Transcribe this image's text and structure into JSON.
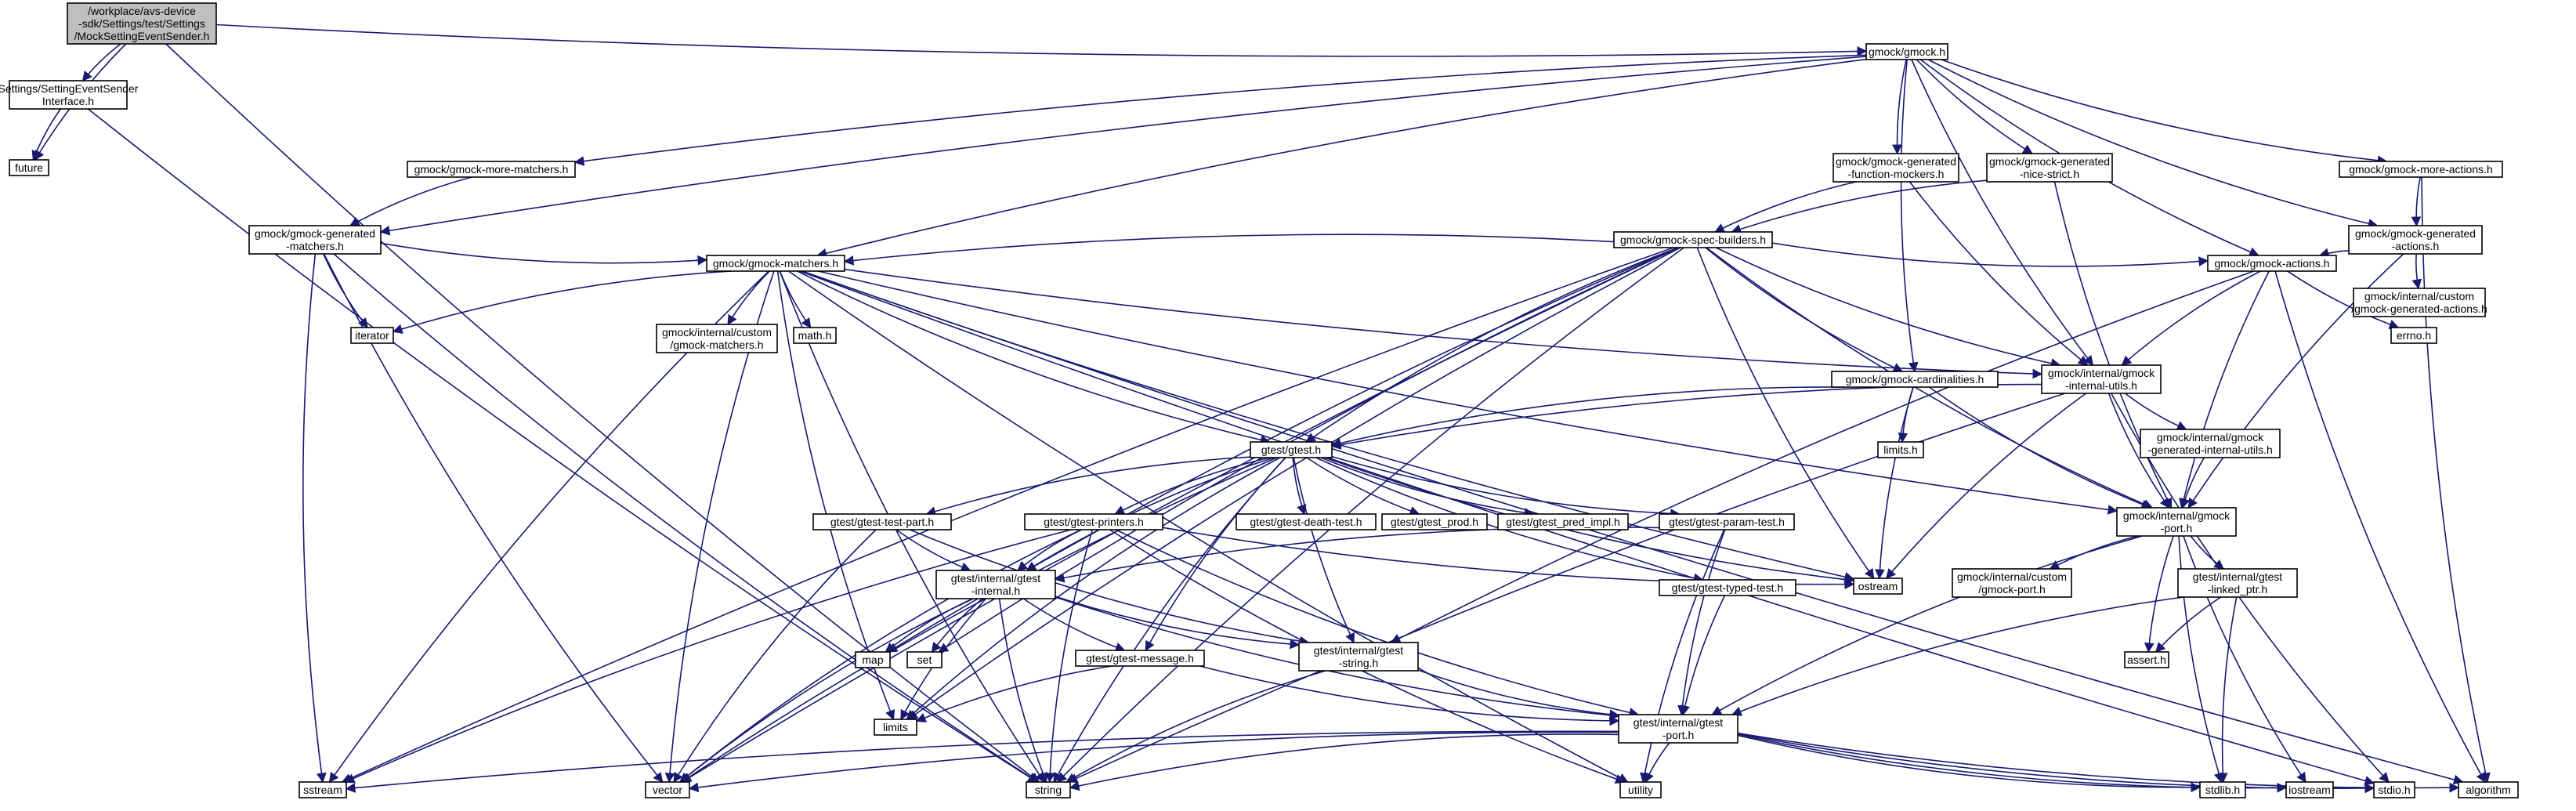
{
  "graph": {
    "style": {
      "edge_color": "#191970",
      "normal_border": "#000000",
      "truncated_border": "#ff0000",
      "system_border": "#bfbfbf",
      "root_fill": "#bfbfbf",
      "node_fill": "#ffffff"
    },
    "nodes": [
      {
        "id": "root",
        "kind": "root",
        "lines": [
          "/workplace/avs-device",
          "-sdk/Settings/test/Settings",
          "/MockSettingEventSender.h"
        ]
      },
      {
        "id": "iface",
        "kind": "normal",
        "lines": [
          "Settings/SettingEventSender",
          "Interface.h"
        ]
      },
      {
        "id": "future",
        "kind": "system",
        "lines": [
          "future"
        ]
      },
      {
        "id": "gmock",
        "kind": "normal",
        "lines": [
          "gmock/gmock.h"
        ]
      },
      {
        "id": "moreMatchers",
        "kind": "normal",
        "lines": [
          "gmock/gmock-more-matchers.h"
        ]
      },
      {
        "id": "genFuncMockers",
        "kind": "normal",
        "lines": [
          "gmock/gmock-generated",
          "-function-mockers.h"
        ]
      },
      {
        "id": "genNiceStrict",
        "kind": "normal",
        "lines": [
          "gmock/gmock-generated",
          "-nice-strict.h"
        ]
      },
      {
        "id": "moreActions",
        "kind": "normal",
        "lines": [
          "gmock/gmock-more-actions.h"
        ]
      },
      {
        "id": "genMatchers",
        "kind": "normal",
        "lines": [
          "gmock/gmock-generated",
          "-matchers.h"
        ]
      },
      {
        "id": "specBuilders",
        "kind": "normal",
        "lines": [
          "gmock/gmock-spec-builders.h"
        ]
      },
      {
        "id": "genActions",
        "kind": "normal",
        "lines": [
          "gmock/gmock-generated",
          "-actions.h"
        ]
      },
      {
        "id": "matchers",
        "kind": "normal",
        "lines": [
          "gmock/gmock-matchers.h"
        ]
      },
      {
        "id": "actions",
        "kind": "normal",
        "lines": [
          "gmock/gmock-actions.h"
        ]
      },
      {
        "id": "customGenActions",
        "kind": "normal",
        "lines": [
          "gmock/internal/custom",
          "/gmock-generated-actions.h"
        ]
      },
      {
        "id": "iterator",
        "kind": "system",
        "lines": [
          "iterator"
        ]
      },
      {
        "id": "customMatchers",
        "kind": "normal",
        "lines": [
          "gmock/internal/custom",
          "/gmock-matchers.h"
        ]
      },
      {
        "id": "math",
        "kind": "system",
        "lines": [
          "math.h"
        ]
      },
      {
        "id": "cardinalities",
        "kind": "normal",
        "lines": [
          "gmock/gmock-cardinalities.h"
        ]
      },
      {
        "id": "internalUtils",
        "kind": "normal",
        "lines": [
          "gmock/internal/gmock",
          "-internal-utils.h"
        ]
      },
      {
        "id": "errno",
        "kind": "system",
        "lines": [
          "errno.h"
        ]
      },
      {
        "id": "limitsH",
        "kind": "system",
        "lines": [
          "limits.h"
        ]
      },
      {
        "id": "genInternalUtils",
        "kind": "normal",
        "lines": [
          "gmock/internal/gmock",
          "-generated-internal-utils.h"
        ]
      },
      {
        "id": "gtest",
        "kind": "normal",
        "lines": [
          "gtest/gtest.h"
        ]
      },
      {
        "id": "testPart",
        "kind": "truncated",
        "lines": [
          "gtest/gtest-test-part.h"
        ]
      },
      {
        "id": "printers",
        "kind": "truncated",
        "lines": [
          "gtest/gtest-printers.h"
        ]
      },
      {
        "id": "deathTest",
        "kind": "truncated",
        "lines": [
          "gtest/gtest-death-test.h"
        ]
      },
      {
        "id": "gtestProd",
        "kind": "normal",
        "lines": [
          "gtest/gtest_prod.h"
        ]
      },
      {
        "id": "predImpl",
        "kind": "normal",
        "lines": [
          "gtest/gtest_pred_impl.h"
        ]
      },
      {
        "id": "paramTest",
        "kind": "truncated",
        "lines": [
          "gtest/gtest-param-test.h"
        ]
      },
      {
        "id": "gmockPort",
        "kind": "normal",
        "lines": [
          "gmock/internal/gmock",
          "-port.h"
        ]
      },
      {
        "id": "gtestInternal",
        "kind": "truncated",
        "lines": [
          "gtest/internal/gtest",
          "-internal.h"
        ]
      },
      {
        "id": "ostream",
        "kind": "system",
        "lines": [
          "ostream"
        ]
      },
      {
        "id": "typedTest",
        "kind": "truncated",
        "lines": [
          "gtest/gtest-typed-test.h"
        ]
      },
      {
        "id": "customPort",
        "kind": "normal",
        "lines": [
          "gmock/internal/custom",
          "/gmock-port.h"
        ]
      },
      {
        "id": "linkedPtr",
        "kind": "normal",
        "lines": [
          "gtest/internal/gtest",
          "-linked_ptr.h"
        ]
      },
      {
        "id": "map",
        "kind": "system",
        "lines": [
          "map"
        ]
      },
      {
        "id": "set",
        "kind": "system",
        "lines": [
          "set"
        ]
      },
      {
        "id": "message",
        "kind": "normal",
        "lines": [
          "gtest/gtest-message.h"
        ]
      },
      {
        "id": "gtestString",
        "kind": "truncated",
        "lines": [
          "gtest/internal/gtest",
          "-string.h"
        ]
      },
      {
        "id": "assert",
        "kind": "system",
        "lines": [
          "assert.h"
        ]
      },
      {
        "id": "limits",
        "kind": "system",
        "lines": [
          "limits"
        ]
      },
      {
        "id": "gtestPort",
        "kind": "truncated",
        "lines": [
          "gtest/internal/gtest",
          "-port.h"
        ]
      },
      {
        "id": "sstream",
        "kind": "system",
        "lines": [
          "sstream"
        ]
      },
      {
        "id": "vector",
        "kind": "system",
        "lines": [
          "vector"
        ]
      },
      {
        "id": "string",
        "kind": "system",
        "lines": [
          "string"
        ]
      },
      {
        "id": "utility",
        "kind": "system",
        "lines": [
          "utility"
        ]
      },
      {
        "id": "stdlib",
        "kind": "system",
        "lines": [
          "stdlib.h"
        ]
      },
      {
        "id": "iostream",
        "kind": "system",
        "lines": [
          "iostream"
        ]
      },
      {
        "id": "stdio",
        "kind": "system",
        "lines": [
          "stdio.h"
        ]
      },
      {
        "id": "algorithm",
        "kind": "system",
        "lines": [
          "algorithm"
        ]
      }
    ],
    "edges": [
      [
        "root",
        "iface"
      ],
      [
        "root",
        "future"
      ],
      [
        "root",
        "gmock"
      ],
      [
        "root",
        "string"
      ],
      [
        "iface",
        "future"
      ],
      [
        "iface",
        "string"
      ],
      [
        "gmock",
        "moreMatchers"
      ],
      [
        "gmock",
        "genMatchers"
      ],
      [
        "gmock",
        "matchers"
      ],
      [
        "gmock",
        "genFuncMockers"
      ],
      [
        "gmock",
        "genNiceStrict"
      ],
      [
        "gmock",
        "moreActions"
      ],
      [
        "gmock",
        "genActions"
      ],
      [
        "gmock",
        "actions"
      ],
      [
        "gmock",
        "cardinalities"
      ],
      [
        "gmock",
        "internalUtils"
      ],
      [
        "moreMatchers",
        "genMatchers"
      ],
      [
        "genMatchers",
        "matchers"
      ],
      [
        "genMatchers",
        "iterator"
      ],
      [
        "genMatchers",
        "sstream"
      ],
      [
        "genMatchers",
        "vector"
      ],
      [
        "genMatchers",
        "string"
      ],
      [
        "genFuncMockers",
        "specBuilders"
      ],
      [
        "genFuncMockers",
        "internalUtils"
      ],
      [
        "genNiceStrict",
        "specBuilders"
      ],
      [
        "genNiceStrict",
        "gmockPort"
      ],
      [
        "moreActions",
        "genActions"
      ],
      [
        "moreActions",
        "algorithm"
      ],
      [
        "genActions",
        "actions"
      ],
      [
        "genActions",
        "customGenActions"
      ],
      [
        "genActions",
        "gmockPort"
      ],
      [
        "specBuilders",
        "matchers"
      ],
      [
        "specBuilders",
        "actions"
      ],
      [
        "specBuilders",
        "cardinalities"
      ],
      [
        "specBuilders",
        "internalUtils"
      ],
      [
        "specBuilders",
        "gmockPort"
      ],
      [
        "specBuilders",
        "gtest"
      ],
      [
        "specBuilders",
        "map"
      ],
      [
        "specBuilders",
        "set"
      ],
      [
        "specBuilders",
        "sstream"
      ],
      [
        "specBuilders",
        "vector"
      ],
      [
        "specBuilders",
        "string"
      ],
      [
        "specBuilders",
        "ostream"
      ],
      [
        "specBuilders",
        "limits"
      ],
      [
        "matchers",
        "customMatchers"
      ],
      [
        "matchers",
        "math"
      ],
      [
        "matchers",
        "iterator"
      ],
      [
        "matchers",
        "internalUtils"
      ],
      [
        "matchers",
        "gmockPort"
      ],
      [
        "matchers",
        "gtest"
      ],
      [
        "matchers",
        "limits"
      ],
      [
        "matchers",
        "ostream"
      ],
      [
        "matchers",
        "sstream"
      ],
      [
        "matchers",
        "string"
      ],
      [
        "matchers",
        "utility"
      ],
      [
        "matchers",
        "vector"
      ],
      [
        "matchers",
        "algorithm"
      ],
      [
        "matchers",
        "stdio"
      ],
      [
        "actions",
        "internalUtils"
      ],
      [
        "actions",
        "gmockPort"
      ],
      [
        "actions",
        "errno"
      ],
      [
        "actions",
        "algorithm"
      ],
      [
        "actions",
        "gtestString"
      ],
      [
        "cardinalities",
        "gtest"
      ],
      [
        "cardinalities",
        "gmockPort"
      ],
      [
        "cardinalities",
        "limitsH"
      ],
      [
        "cardinalities",
        "ostream"
      ],
      [
        "internalUtils",
        "gtest"
      ],
      [
        "internalUtils",
        "gmockPort"
      ],
      [
        "internalUtils",
        "genInternalUtils"
      ],
      [
        "internalUtils",
        "ostream"
      ],
      [
        "internalUtils",
        "stdio"
      ],
      [
        "internalUtils",
        "string"
      ],
      [
        "genInternalUtils",
        "gmockPort"
      ],
      [
        "gtest",
        "testPart"
      ],
      [
        "gtest",
        "printers"
      ],
      [
        "gtest",
        "deathTest"
      ],
      [
        "gtest",
        "gtestProd"
      ],
      [
        "gtest",
        "predImpl"
      ],
      [
        "gtest",
        "paramTest"
      ],
      [
        "gtest",
        "typedTest"
      ],
      [
        "gtest",
        "gtestInternal"
      ],
      [
        "gtest",
        "message"
      ],
      [
        "gtest",
        "gtestString"
      ],
      [
        "gtest",
        "ostream"
      ],
      [
        "gtest",
        "limits"
      ],
      [
        "gtest",
        "vector"
      ],
      [
        "gtest",
        "string"
      ],
      [
        "testPart",
        "gtestInternal"
      ],
      [
        "testPart",
        "gtestString"
      ],
      [
        "testPart",
        "vector"
      ],
      [
        "printers",
        "gtestInternal"
      ],
      [
        "printers",
        "gtestPort"
      ],
      [
        "printers",
        "ostream"
      ],
      [
        "printers",
        "sstream"
      ],
      [
        "printers",
        "string"
      ],
      [
        "printers",
        "utility"
      ],
      [
        "printers",
        "vector"
      ],
      [
        "paramTest",
        "gtestInternal"
      ],
      [
        "paramTest",
        "gtestPort"
      ],
      [
        "paramTest",
        "utility"
      ],
      [
        "typedTest",
        "gtestPort"
      ],
      [
        "gmockPort",
        "customPort"
      ],
      [
        "gmockPort",
        "linkedPtr"
      ],
      [
        "gmockPort",
        "gtestPort"
      ],
      [
        "gmockPort",
        "assert"
      ],
      [
        "gmockPort",
        "stdlib"
      ],
      [
        "gmockPort",
        "iostream"
      ],
      [
        "linkedPtr",
        "gtestPort"
      ],
      [
        "linkedPtr",
        "assert"
      ],
      [
        "linkedPtr",
        "stdlib"
      ],
      [
        "gtestInternal",
        "gtestPort"
      ],
      [
        "gtestInternal",
        "message"
      ],
      [
        "gtestInternal",
        "gtestString"
      ],
      [
        "gtestInternal",
        "map"
      ],
      [
        "gtestInternal",
        "set"
      ],
      [
        "gtestInternal",
        "limits"
      ],
      [
        "gtestInternal",
        "string"
      ],
      [
        "gtestInternal",
        "vector"
      ],
      [
        "message",
        "gtestPort"
      ],
      [
        "message",
        "limits"
      ],
      [
        "gtestString",
        "gtestPort"
      ],
      [
        "gtestString",
        "string"
      ],
      [
        "gtestPort",
        "sstream"
      ],
      [
        "gtestPort",
        "vector"
      ],
      [
        "gtestPort",
        "string"
      ],
      [
        "gtestPort",
        "utility"
      ],
      [
        "gtestPort",
        "stdlib"
      ],
      [
        "gtestPort",
        "iostream"
      ],
      [
        "gtestPort",
        "stdio"
      ],
      [
        "gtestPort",
        "algorithm"
      ]
    ]
  }
}
